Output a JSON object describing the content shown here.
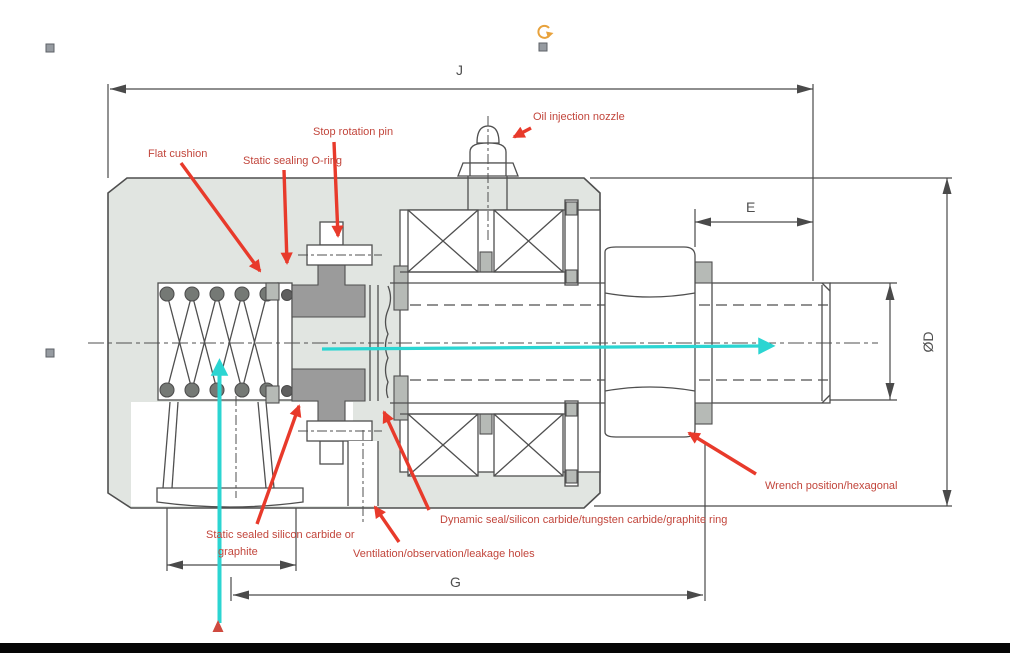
{
  "document": {
    "type": "technical-drawing",
    "subject": "rotary joint cross-section drawing selected in document editor",
    "bottom_bar_color": "#050505"
  },
  "colors": {
    "body_fill": "#e1e5e1",
    "outline": "#4f4f4f",
    "seat_gray": "#9b9b9b",
    "light_gray_part": "#b6bab6",
    "dark_part": "#5f5f5f",
    "dimension_line": "#4a4a4a",
    "label_red": "#c2463c",
    "arrow_red": "#e83a2b",
    "arrow_cyan": "#2bd5d2",
    "marker_crimson": "#cf4a3f",
    "handle_gray": "#969ba1",
    "rotate_handle_orange": "#e8a23c"
  },
  "dimensions": {
    "j": "J",
    "e": "E",
    "g": "G",
    "d": "ØD"
  },
  "part_labels": {
    "flat_cushion": "Flat cushion",
    "static_sealing_oring": "Static sealing O-ring",
    "stop_rotation_pin": "Stop rotation pin",
    "oil_injection_nozzle": "Oil injection nozzle",
    "static_sealed_line1": "Static sealed silicon carbide or",
    "static_sealed_line2": "graphite",
    "ventilation_holes": "Ventilation/observation/leakage holes",
    "dynamic_seal": "Dynamic seal/silicon carbide/tungsten carbide/graphite ring",
    "wrench_position": "Wrench position/hexagonal"
  }
}
